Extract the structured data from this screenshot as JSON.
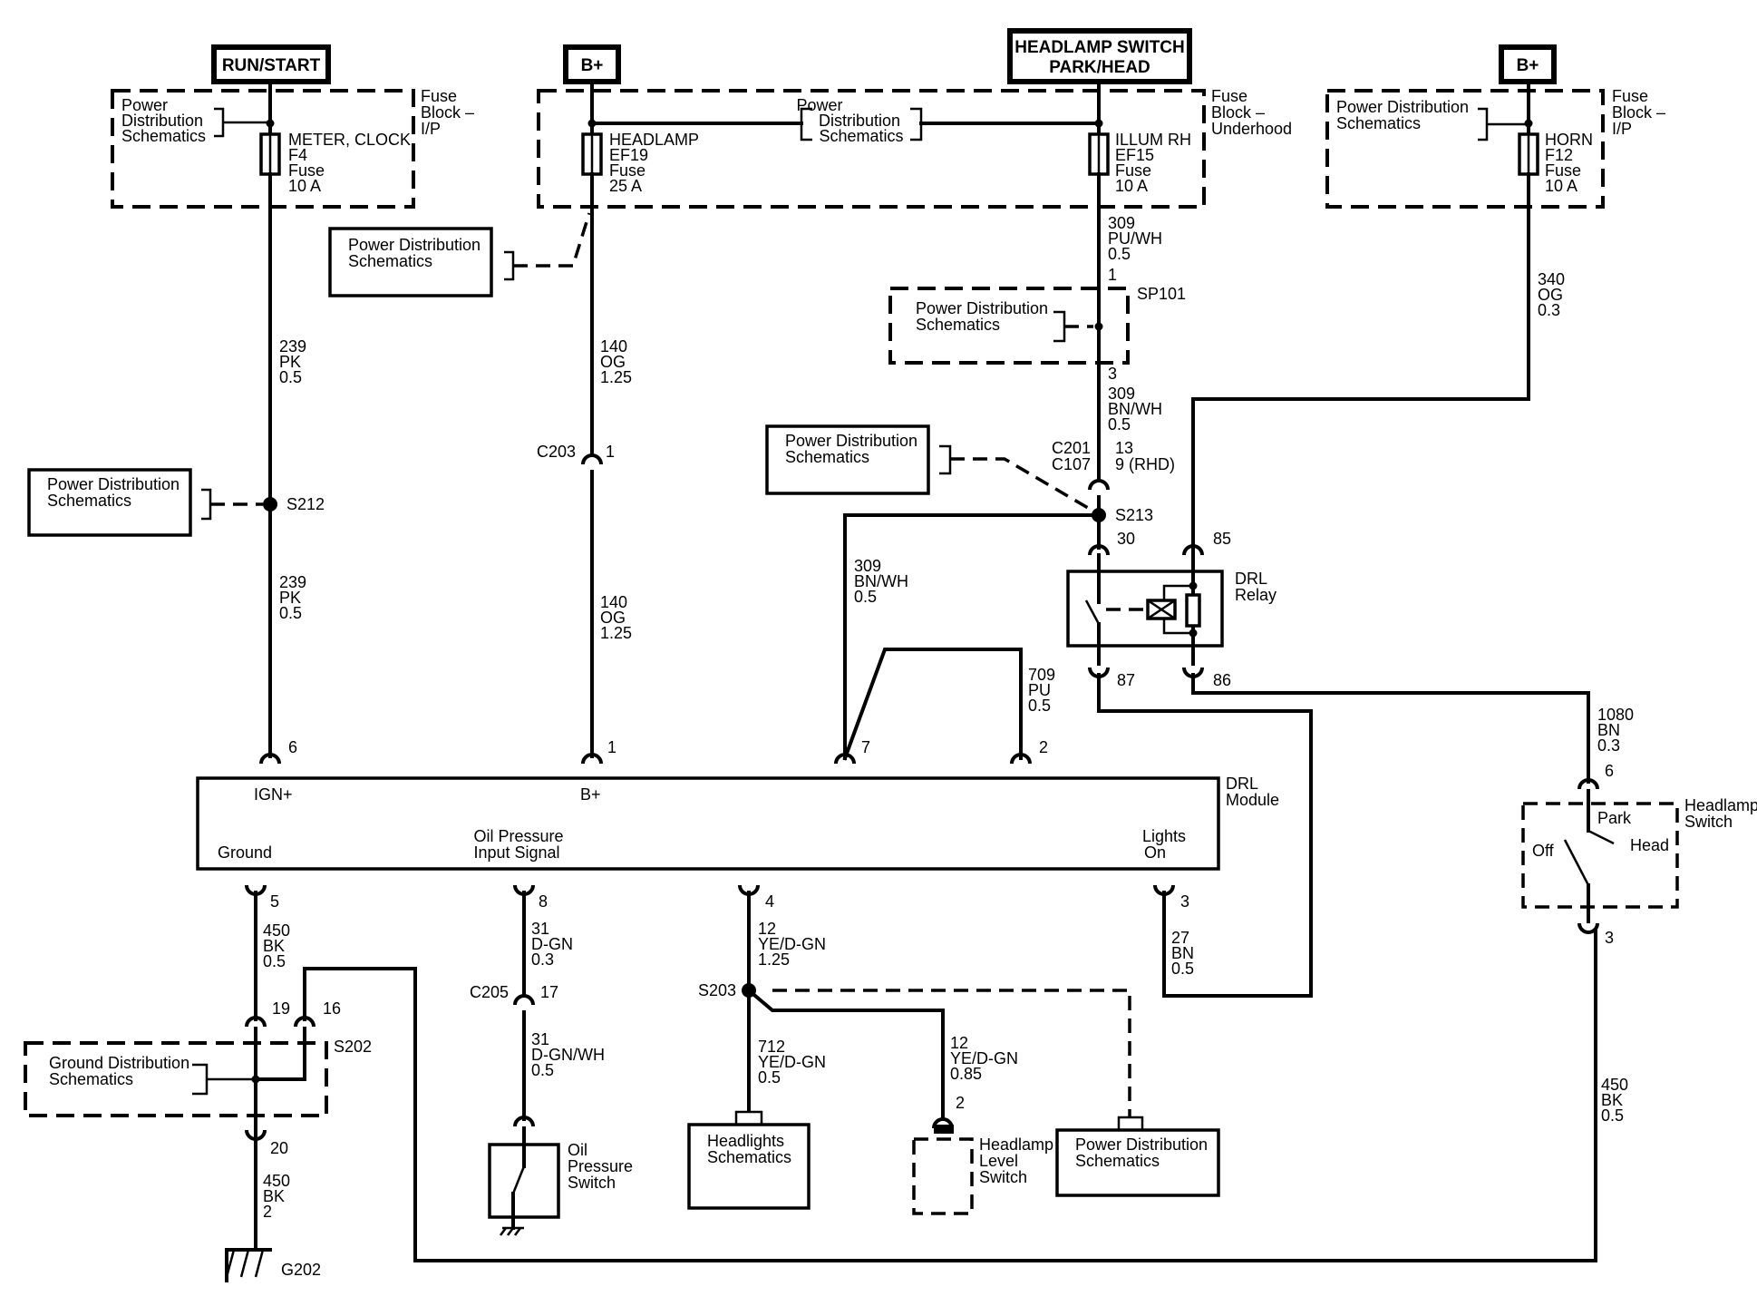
{
  "headers": {
    "run_start": "RUN/START",
    "b_plus_1": "B+",
    "headlamp_switch_1": "HEADLAMP SWITCH",
    "headlamp_switch_2": "PARK/HEAD",
    "b_plus_2": "B+"
  },
  "fuse_blocks": {
    "ip_left": [
      "Fuse",
      "Block –",
      "I/P"
    ],
    "underhood": [
      "Fuse",
      "Block –",
      "Underhood"
    ],
    "ip_right": [
      "Fuse",
      "Block –",
      "I/P"
    ]
  },
  "fuses": {
    "f4": [
      "METER, CLOCK",
      "F4",
      "Fuse",
      "10 A"
    ],
    "ef19": [
      "HEADLAMP",
      "EF19",
      "Fuse",
      "25 A"
    ],
    "ef15": [
      "ILLUM RH",
      "EF15",
      "Fuse",
      "10 A"
    ],
    "f12": [
      "HORN",
      "F12",
      "Fuse",
      "10 A"
    ]
  },
  "ref_labels": {
    "pds3": [
      "Power",
      "Distribution",
      "Schematics"
    ],
    "pds2": [
      "Power Distribution",
      "Schematics"
    ],
    "headlights": [
      "Headlights",
      "Schematics"
    ],
    "ground": [
      "Ground Distribution",
      "Schematics"
    ]
  },
  "wires": {
    "w239a": [
      "239",
      "PK",
      "0.5"
    ],
    "w239b": [
      "239",
      "PK",
      "0.5"
    ],
    "w140a": [
      "140",
      "OG",
      "1.25"
    ],
    "w140b": [
      "140",
      "OG",
      "1.25"
    ],
    "w309a": [
      "309",
      "PU/WH",
      "0.5"
    ],
    "w309b": [
      "309",
      "BN/WH",
      "0.5"
    ],
    "w309c": [
      "309",
      "BN/WH",
      "0.5"
    ],
    "w340": [
      "340",
      "OG",
      "0.3"
    ],
    "w709": [
      "709",
      "PU",
      "0.5"
    ],
    "w1080": [
      "1080",
      "BN",
      "0.3"
    ],
    "w450a": [
      "450",
      "BK",
      "0.5"
    ],
    "w450b": [
      "450",
      "BK",
      "2"
    ],
    "w450c": [
      "450",
      "BK",
      "0.5"
    ],
    "w31a": [
      "31",
      "D-GN",
      "0.3"
    ],
    "w31b": [
      "31",
      "D-GN/WH",
      "0.5"
    ],
    "w12a": [
      "12",
      "YE/D-GN",
      "1.25"
    ],
    "w12b": [
      "12",
      "YE/D-GN",
      "0.85"
    ],
    "w712": [
      "712",
      "YE/D-GN",
      "0.5"
    ],
    "w27": [
      "27",
      "BN",
      "0.5"
    ]
  },
  "splices": {
    "s212": "S212",
    "s213": "S213",
    "s203": "S203",
    "s202": "S202",
    "sp101": "SP101",
    "g202": "G202"
  },
  "connectors": {
    "c203": "C203",
    "c201": "C201",
    "c107": "C107",
    "c205": "C205",
    "rhd_pin": "9 (RHD)"
  },
  "pins": {
    "p1": "1",
    "p2": "2",
    "p3": "3",
    "p4": "4",
    "p5": "5",
    "p6": "6",
    "p7": "7",
    "p8": "8",
    "p13": "13",
    "p16": "16",
    "p17": "17",
    "p19": "19",
    "p20": "20",
    "p30": "30",
    "p85": "85",
    "p86": "86",
    "p87": "87"
  },
  "relay": [
    "DRL",
    "Relay"
  ],
  "module": {
    "name": [
      "DRL",
      "Module"
    ],
    "ign": "IGN+",
    "bplus": "B+",
    "ground": "Ground",
    "oil": [
      "Oil Pressure",
      "Input Signal"
    ],
    "lights": [
      "Lights",
      "On"
    ]
  },
  "headlamp_sw": {
    "name": [
      "Headlamp",
      "Switch"
    ],
    "park": "Park",
    "off": "Off",
    "head": "Head"
  },
  "oil_switch": [
    "Oil",
    "Pressure",
    "Switch"
  ],
  "level_switch": [
    "Headlamp",
    "Level",
    "Switch"
  ]
}
